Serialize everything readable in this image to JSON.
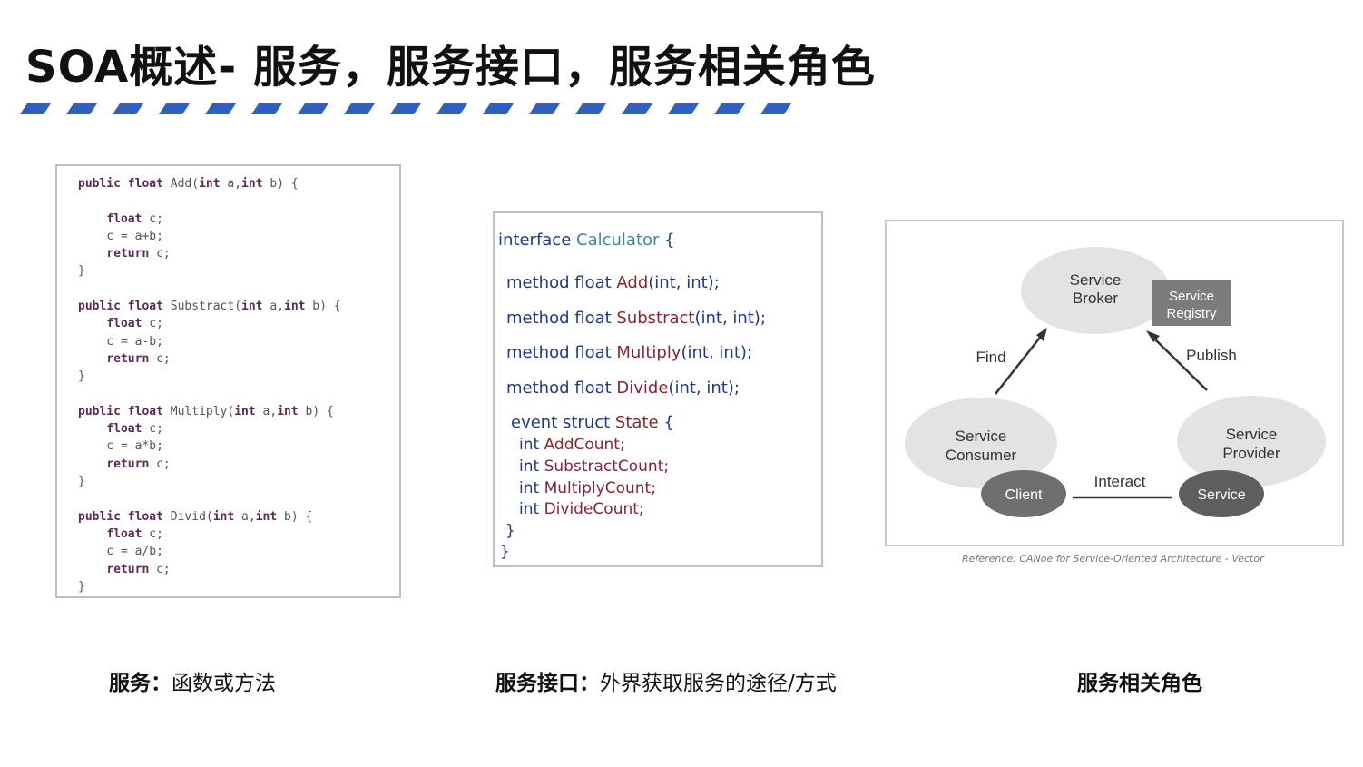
{
  "slide": {
    "title": "SOA概述- 服务，服务接口，服务相关角色",
    "accent_color": "#2f5fbf"
  },
  "code_panel": {
    "functions": [
      {
        "signature": "public float Add(int a,int b) {",
        "body": [
          "",
          "    float c;",
          "    c = a+b;",
          "    return c;",
          "}"
        ]
      },
      {
        "signature": "public float Substract(int a,int b) {",
        "body": [
          "    float c;",
          "    c = a-b;",
          "    return c;",
          "}"
        ]
      },
      {
        "signature": "public float Multiply(int a,int b) {",
        "body": [
          "    float c;",
          "    c = a*b;",
          "    return c;",
          "}"
        ]
      },
      {
        "signature": "public float Divid(int a,int b) {",
        "body": [
          "    float c;",
          "    c = a/b;",
          "    return c;",
          "}"
        ]
      }
    ]
  },
  "interface_panel": {
    "header_keyword": "interface",
    "header_name": "Calculator",
    "header_brace": "{",
    "methods": [
      {
        "prefix": "method float ",
        "name": "Add",
        "args": "(int, int);"
      },
      {
        "prefix": "method float ",
        "name": "Substract",
        "args": "(int, int);"
      },
      {
        "prefix": "method float ",
        "name": "Multiply",
        "args": "(int, int);"
      },
      {
        "prefix": "method float ",
        "name": "Divide",
        "args": "(int, int);"
      }
    ],
    "event_keyword": "event struct ",
    "event_name": "State",
    "event_brace": "{",
    "fields": [
      {
        "type": "int ",
        "name": "AddCount;"
      },
      {
        "type": "int ",
        "name": "SubstractCount;"
      },
      {
        "type": "int ",
        "name": "MultiplyCount;"
      },
      {
        "type": "int ",
        "name": "DivideCount;"
      }
    ],
    "event_close": "}",
    "close": "}"
  },
  "roles_diagram": {
    "broker_line1": "Service",
    "broker_line2": "Broker",
    "registry_line1": "Service",
    "registry_line2": "Registry",
    "consumer_line1": "Service",
    "consumer_line2": "Consumer",
    "provider_line1": "Service",
    "provider_line2": "Provider",
    "client": "Client",
    "service": "Service",
    "find": "Find",
    "publish": "Publish",
    "interact": "Interact",
    "reference": "Reference:   CANoe for Service-Oriented Architecture - Vector"
  },
  "captions": {
    "service_lead": "服务：",
    "service_text": "函数或方法",
    "interface_lead": "服务接口：",
    "interface_text": "外界获取服务的途径/方式",
    "roles": "服务相关角色"
  }
}
